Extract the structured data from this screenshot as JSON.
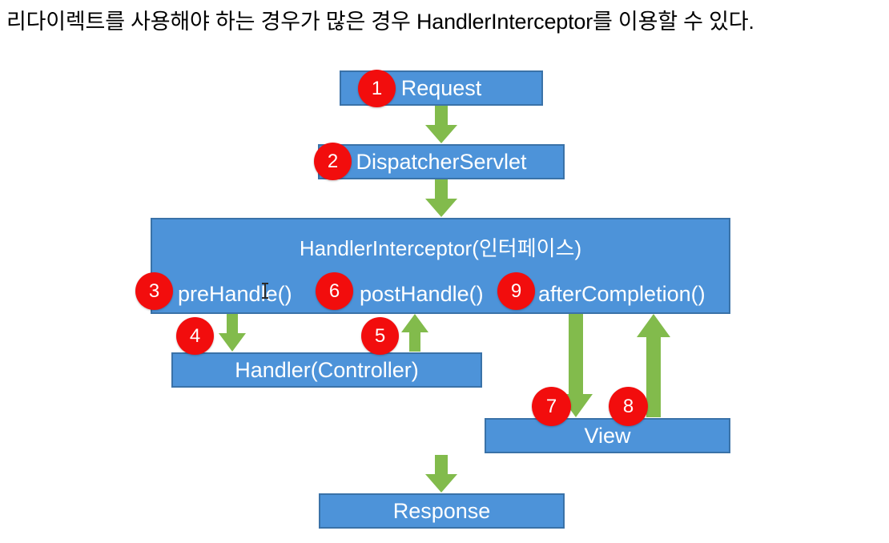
{
  "caption": {
    "text": "리다이렉트를 사용해야 하는 경우가 많은 경우 HandlerInterceptor를 이용할 수 있다."
  },
  "colors": {
    "box_fill": "#4D93D9",
    "box_border": "#3A72A8",
    "arrow_green": "#82BB4C",
    "badge_red": "#F20D0D",
    "box_text": "#FFFFFF",
    "caption_text": "#000000",
    "background": "#FFFFFF"
  },
  "diagram": {
    "title": "Spring MVC HandlerInterceptor flow",
    "nodes": [
      {
        "id": "request",
        "label": "Request"
      },
      {
        "id": "dispatcher",
        "label": "DispatcherServlet"
      },
      {
        "id": "interceptor",
        "label": "HandlerInterceptor(인터페이스)"
      },
      {
        "id": "handler",
        "label": "Handler(Controller)"
      },
      {
        "id": "view",
        "label": "View"
      },
      {
        "id": "response",
        "label": "Response"
      }
    ],
    "methods": [
      {
        "id": "prehandle",
        "label": "preHandle()"
      },
      {
        "id": "posthandle",
        "label": "postHandle()"
      },
      {
        "id": "aftercompletion",
        "label": "afterCompletion()"
      }
    ],
    "badges": [
      {
        "number": "1",
        "target": "request"
      },
      {
        "number": "2",
        "target": "dispatcher"
      },
      {
        "number": "3",
        "target": "prehandle"
      },
      {
        "number": "4",
        "target": "interceptor-to-handler"
      },
      {
        "number": "5",
        "target": "handler-to-interceptor"
      },
      {
        "number": "6",
        "target": "posthandle"
      },
      {
        "number": "7",
        "target": "interceptor-to-view"
      },
      {
        "number": "8",
        "target": "view-to-interceptor"
      },
      {
        "number": "9",
        "target": "aftercompletion"
      }
    ],
    "arrows": [
      {
        "id": "request-to-dispatcher",
        "direction": "down"
      },
      {
        "id": "dispatcher-to-interceptor",
        "direction": "down"
      },
      {
        "id": "interceptor-to-handler",
        "direction": "down"
      },
      {
        "id": "handler-to-interceptor",
        "direction": "up"
      },
      {
        "id": "interceptor-to-view",
        "direction": "down"
      },
      {
        "id": "view-to-interceptor",
        "direction": "up"
      },
      {
        "id": "view-to-response",
        "direction": "down"
      }
    ]
  }
}
